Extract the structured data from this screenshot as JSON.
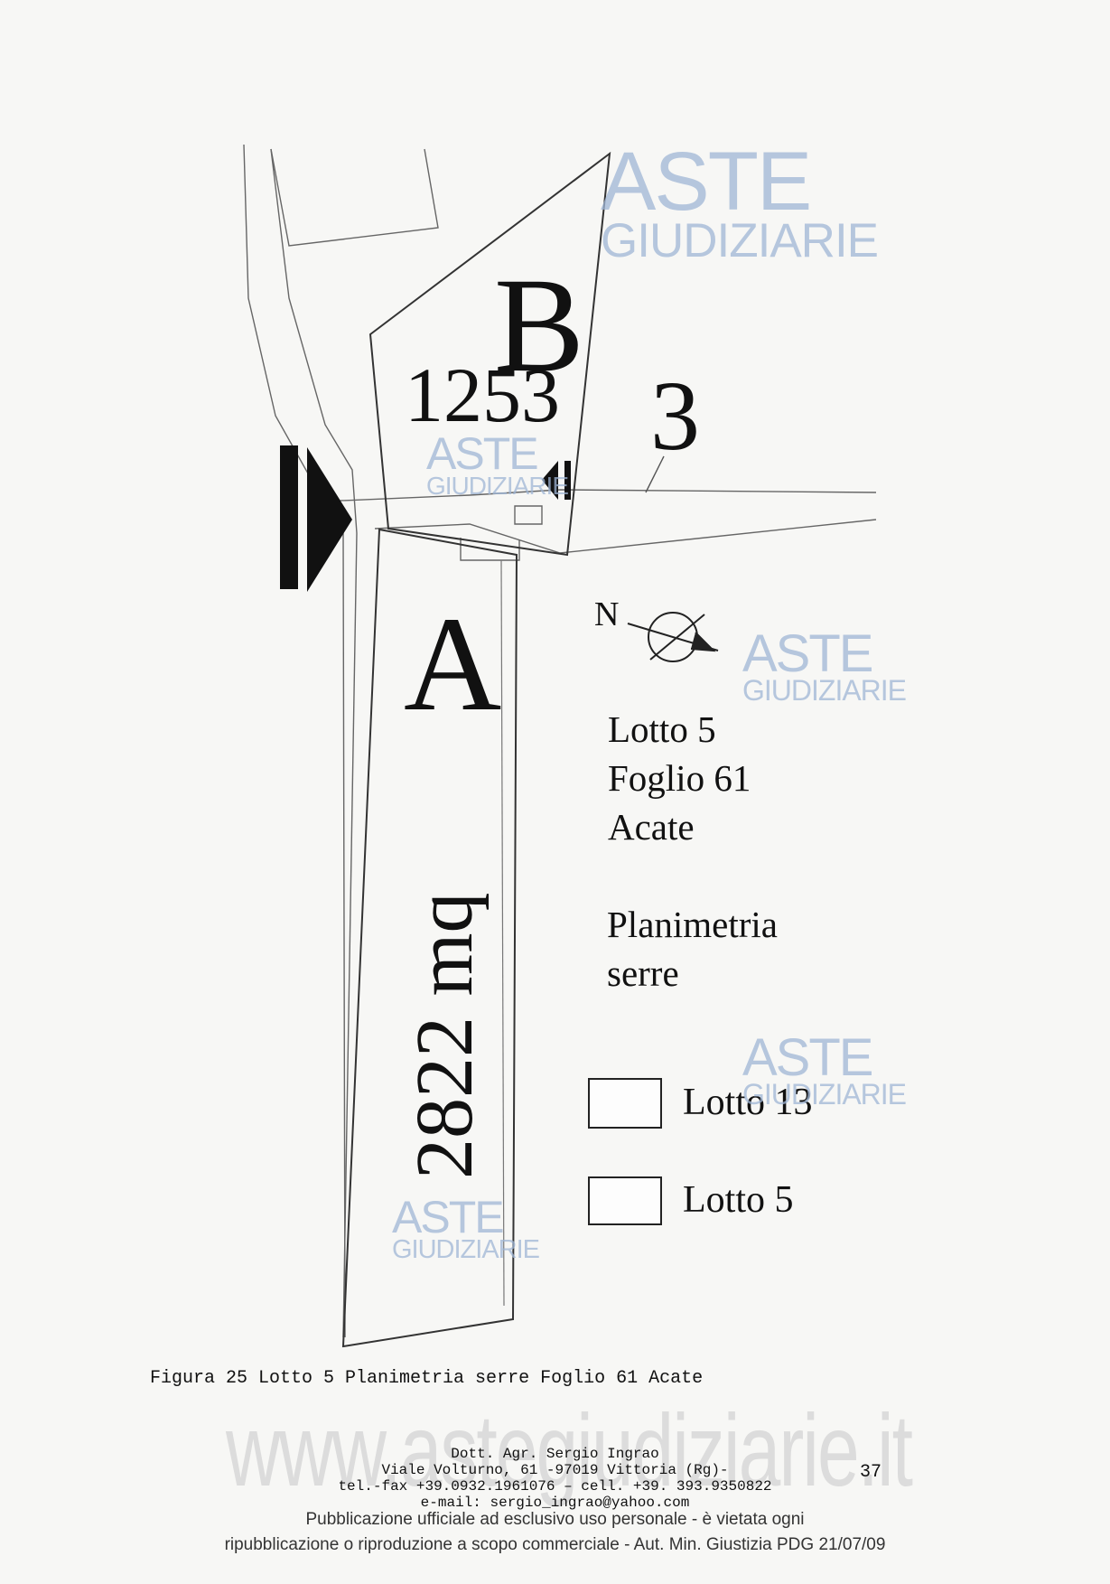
{
  "map": {
    "parcel_b_letter": "B",
    "parcel_b_number": "1253",
    "neighbor_number": "3",
    "parcel_a_letter": "A",
    "parcel_a_area": "2822 mq",
    "north_label": "N"
  },
  "info": {
    "line1": "Lotto 5",
    "line2": "Foglio 61",
    "line3": "Acate",
    "line4": "Planimetria",
    "line5": "serre"
  },
  "legend": [
    {
      "label": "Lotto 13"
    },
    {
      "label": "Lotto 5"
    }
  ],
  "watermark": {
    "top": "ASTE",
    "bottom": "GIUDIZIARIE"
  },
  "caption": "Figura 25 Lotto 5 Planimetria serre Foglio 61 Acate",
  "website": "www.astegiudiziarie.it",
  "footer": {
    "name": "Dott. Agr. Sergio Ingrao",
    "address": "Viale Volturno, 61 -97019 Vittoria (Rg)-",
    "phone": "tel.-fax +39.0932.1961076 – cell. +39. 393.9350822",
    "email": "e-mail: sergio_ingrao@yahoo.com",
    "page": "37"
  },
  "notice": {
    "line1": "Pubblicazione ufficiale ad esclusivo uso personale - è vietata ogni",
    "line2": "ripubblicazione o riproduzione a scopo commerciale - Aut. Min. Giustizia PDG 21/07/09"
  }
}
